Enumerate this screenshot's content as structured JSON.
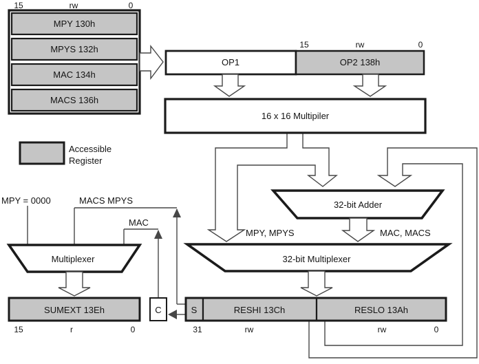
{
  "colors": {
    "register_fill": "#c5c5c5",
    "outline": "#1b1b1b",
    "wire": "#474747",
    "background": "#ffffff"
  },
  "stack": {
    "bits": {
      "msb": "15",
      "access": "rw",
      "lsb": "0"
    },
    "registers": [
      {
        "label": "MPY 130h"
      },
      {
        "label": "MPYS 132h"
      },
      {
        "label": "MAC 134h"
      },
      {
        "label": "MACS 136h"
      }
    ]
  },
  "operands": {
    "op1": "OP1",
    "op2": "OP2 138h",
    "bits": {
      "msb": "15",
      "access": "rw",
      "lsb": "0"
    }
  },
  "multiplier": {
    "label": "16 x 16 Multipiler"
  },
  "legend": {
    "line1": "Accessible",
    "line2": "Register"
  },
  "adder": {
    "label": "32-bit Adder"
  },
  "mux32": {
    "label": "32-bit Multiplexer"
  },
  "mux_sumext": {
    "label": "Multiplexer"
  },
  "controls": {
    "mpy_zero": "MPY = 0000",
    "macs_mpys": "MACS MPYS",
    "mac": "MAC"
  },
  "paths": {
    "mpy_mpys": "MPY, MPYS",
    "mac_macs": "MAC, MACS"
  },
  "sumext": {
    "label": "SUMEXT 13Eh",
    "bits": {
      "msb": "15",
      "access": "r",
      "lsb": "0"
    }
  },
  "carry": {
    "label": "C"
  },
  "result": {
    "sign": "S",
    "reshi": "RESHI 13Ch",
    "reslo": "RESLO 13Ah",
    "bits": {
      "msb": "31",
      "access_hi": "rw",
      "access_lo": "rw",
      "lsb": "0"
    }
  }
}
